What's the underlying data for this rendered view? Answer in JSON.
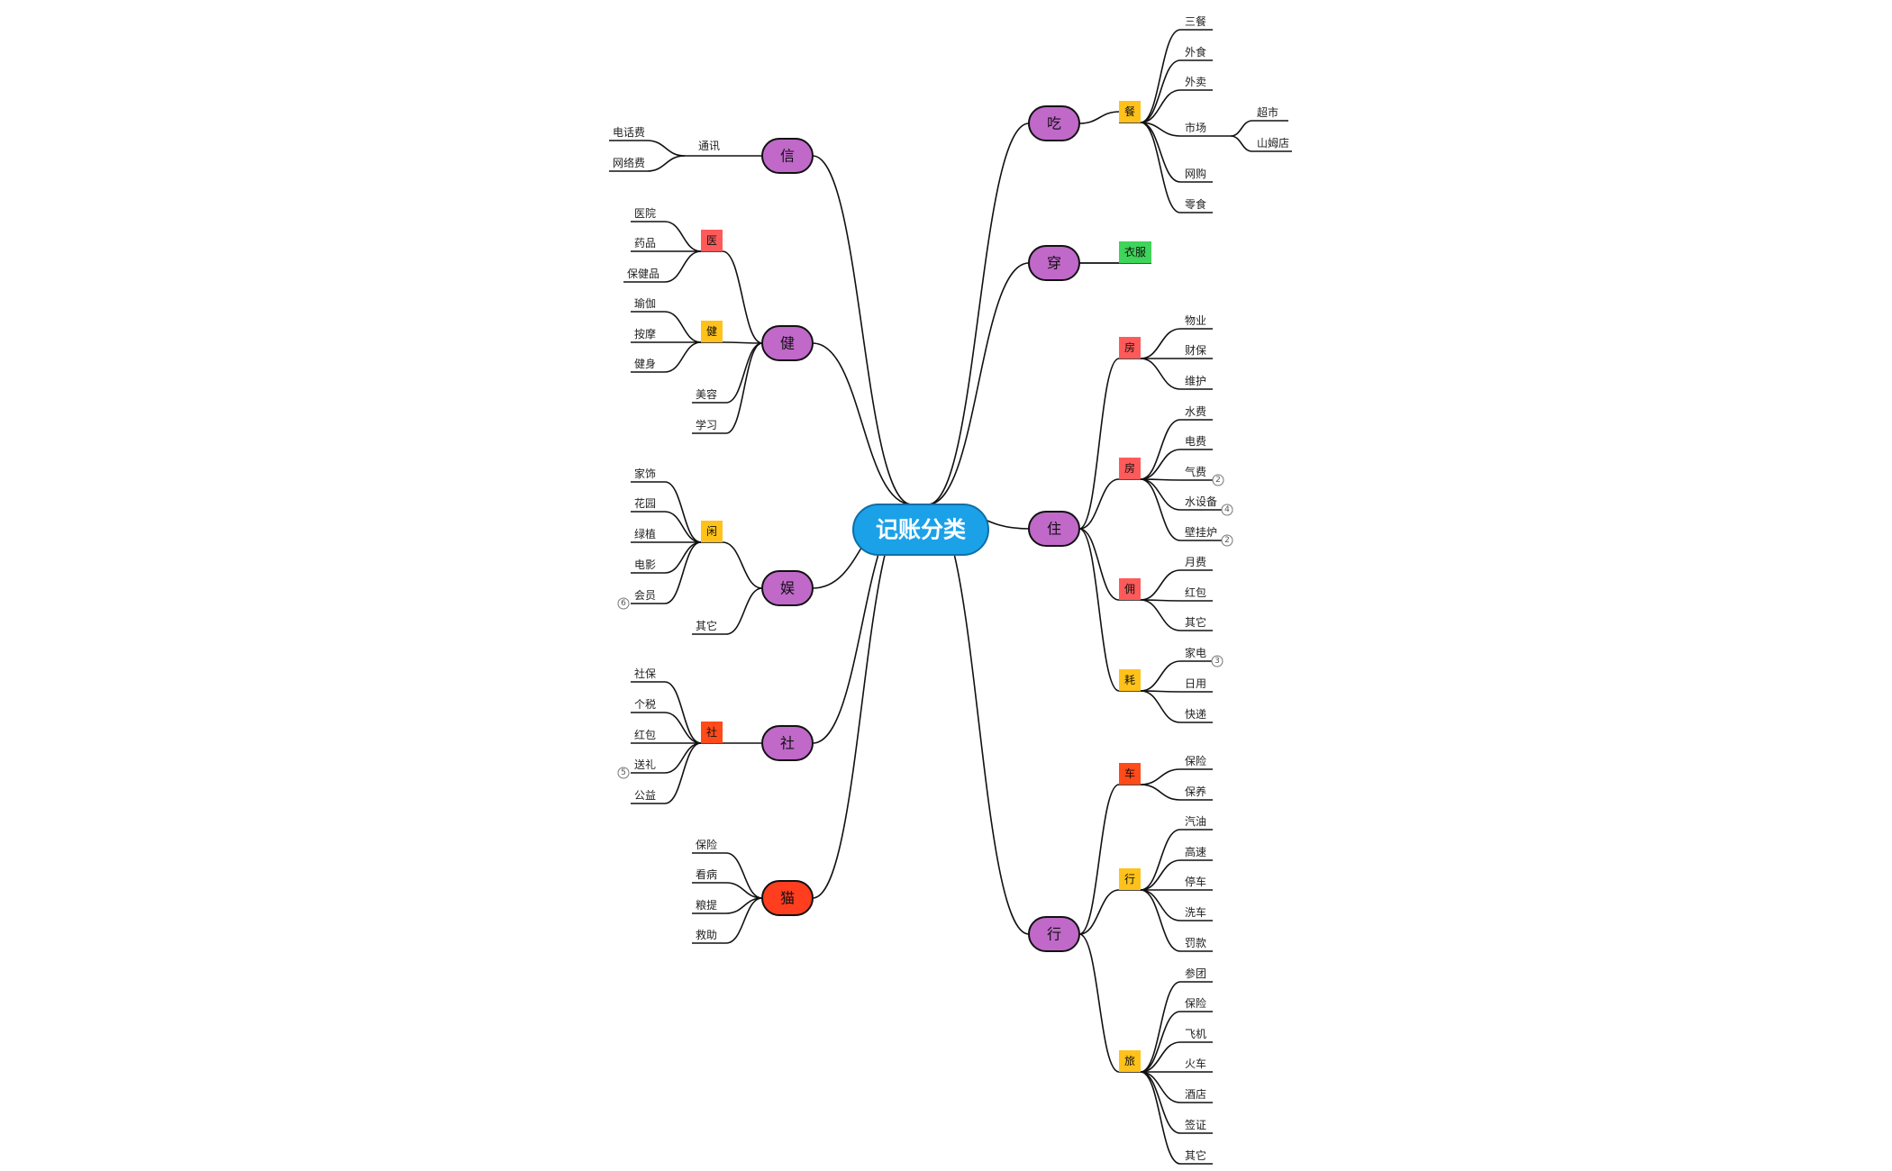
{
  "root": {
    "label": "记账分类"
  },
  "colors": {
    "root": "#1ba1e8",
    "pill": "#c069c9",
    "pill_cat": "#ff3d1f",
    "tag_yellow": "#ffc21a",
    "tag_red": "#ff5a5a",
    "tag_orange": "#ff4a1a",
    "tag_green": "#3fd45a",
    "line": "#111111"
  },
  "branches": {
    "chi": {
      "label": "吃"
    },
    "chuan": {
      "label": "穿"
    },
    "zhu": {
      "label": "住"
    },
    "xing": {
      "label": "行"
    },
    "xin": {
      "label": "信"
    },
    "jian": {
      "label": "健"
    },
    "yu": {
      "label": "娱"
    },
    "she": {
      "label": "社"
    },
    "mao": {
      "label": "猫"
    }
  },
  "tags": {
    "can": {
      "label": "餐"
    },
    "yifu": {
      "label": "衣服"
    },
    "fang": {
      "label": "房"
    },
    "fang2": {
      "label": "房"
    },
    "yong": {
      "label": "佣"
    },
    "hao": {
      "label": "耗"
    },
    "che": {
      "label": "车"
    },
    "xing2": {
      "label": "行"
    },
    "lv": {
      "label": "旅"
    },
    "yi": {
      "label": "医"
    },
    "jian2": {
      "label": "健"
    },
    "xian": {
      "label": "闲"
    },
    "she2": {
      "label": "社"
    }
  },
  "leaves": {
    "sancan": "三餐",
    "waishi": "外食",
    "waimai": "外卖",
    "shichang": "市场",
    "chaoshi": "超市",
    "shanmudian": "山姆店",
    "wanggou": "网购",
    "lingshi": "零食",
    "wuye": "物业",
    "caibao": "财保",
    "weihu": "维护",
    "shuifei": "水费",
    "dianfei": "电费",
    "qifei": "气费",
    "shuishebei": "水设备",
    "biguanlu": "壁挂炉",
    "yuefei": "月费",
    "hongbao": "红包",
    "qita": "其它",
    "jiadian": "家电",
    "riyong": "日用",
    "kuaidi": "快递",
    "c_baoxian": "保险",
    "c_baoyang": "保养",
    "qiyou": "汽油",
    "gaosu": "高速",
    "tingche": "停车",
    "xiche": "洗车",
    "fakuan": "罚款",
    "cantuan": "参团",
    "l_baoxian": "保险",
    "feiji": "飞机",
    "huoche": "火车",
    "jiudian": "酒店",
    "qianzheng": "签证",
    "l_qita": "其它",
    "tongxun": "通讯",
    "dianhuafei": "电话费",
    "wangluofei": "网络费",
    "yiyuan": "医院",
    "yaopin": "药品",
    "baojianpin": "保健品",
    "yujia": "瑜伽",
    "anmo": "按摩",
    "jianshen": "健身",
    "meirong": "美容",
    "xuexi": "学习",
    "jiashi": "家饰",
    "huayuan": "花园",
    "lvzhi": "绿植",
    "dianying": "电影",
    "huiyuan": "会员",
    "y_qita": "其它",
    "shebao": "社保",
    "geshui": "个税",
    "s_hongbao": "红包",
    "songli": "送礼",
    "gongyi": "公益",
    "m_baoxian": "保险",
    "kanbing": "看病",
    "liangti": "粮提",
    "jiuzhu": "救助"
  },
  "badges": {
    "qifei": "2",
    "shuishebei": "4",
    "biguanlu": "2",
    "jiadian": "3",
    "huiyuan": "6",
    "songli": "5"
  }
}
